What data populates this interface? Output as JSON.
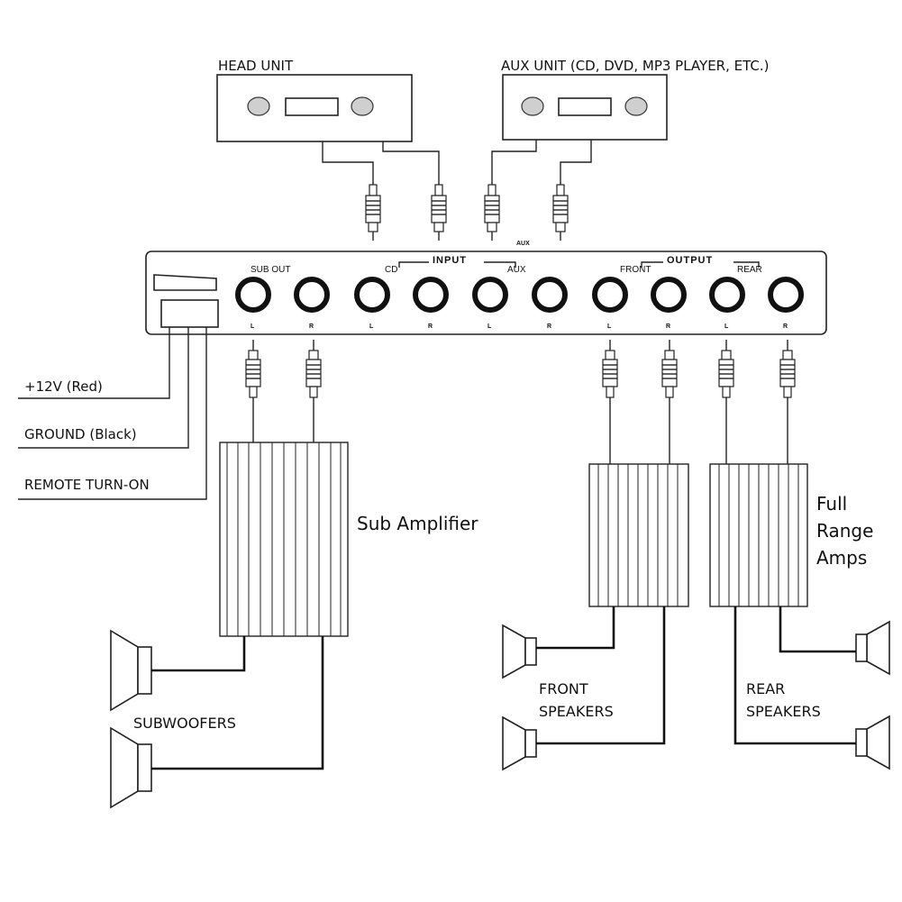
{
  "head_unit": {
    "label": "HEAD UNIT"
  },
  "aux_unit": {
    "label": "AUX UNIT (CD, DVD, MP3 PLAYER, ETC.)"
  },
  "aux_plug_tag": "AUX",
  "processor": {
    "sub_out_label": "SUB OUT",
    "input_label": "INPUT",
    "cd_label": "CD",
    "aux_label": "AUX",
    "output_label": "OUTPUT",
    "front_label": "FRONT",
    "rear_label": "REAR",
    "channel_labels": [
      "L",
      "R",
      "L",
      "R",
      "L",
      "R",
      "L",
      "R",
      "L",
      "R"
    ]
  },
  "power_wires": {
    "plus12v": "+12V (Red)",
    "ground": "GROUND (Black)",
    "remote": "REMOTE TURN-ON"
  },
  "sub_amp": {
    "label": "Sub Amplifier"
  },
  "full_range_amps": {
    "line1": "Full",
    "line2": "Range",
    "line3": "Amps"
  },
  "subwoofers": {
    "label": "SUBWOOFERS"
  },
  "front_speakers": {
    "line1": "FRONT",
    "line2": "SPEAKERS"
  },
  "rear_speakers": {
    "line1": "REAR",
    "line2": "SPEAKERS"
  }
}
